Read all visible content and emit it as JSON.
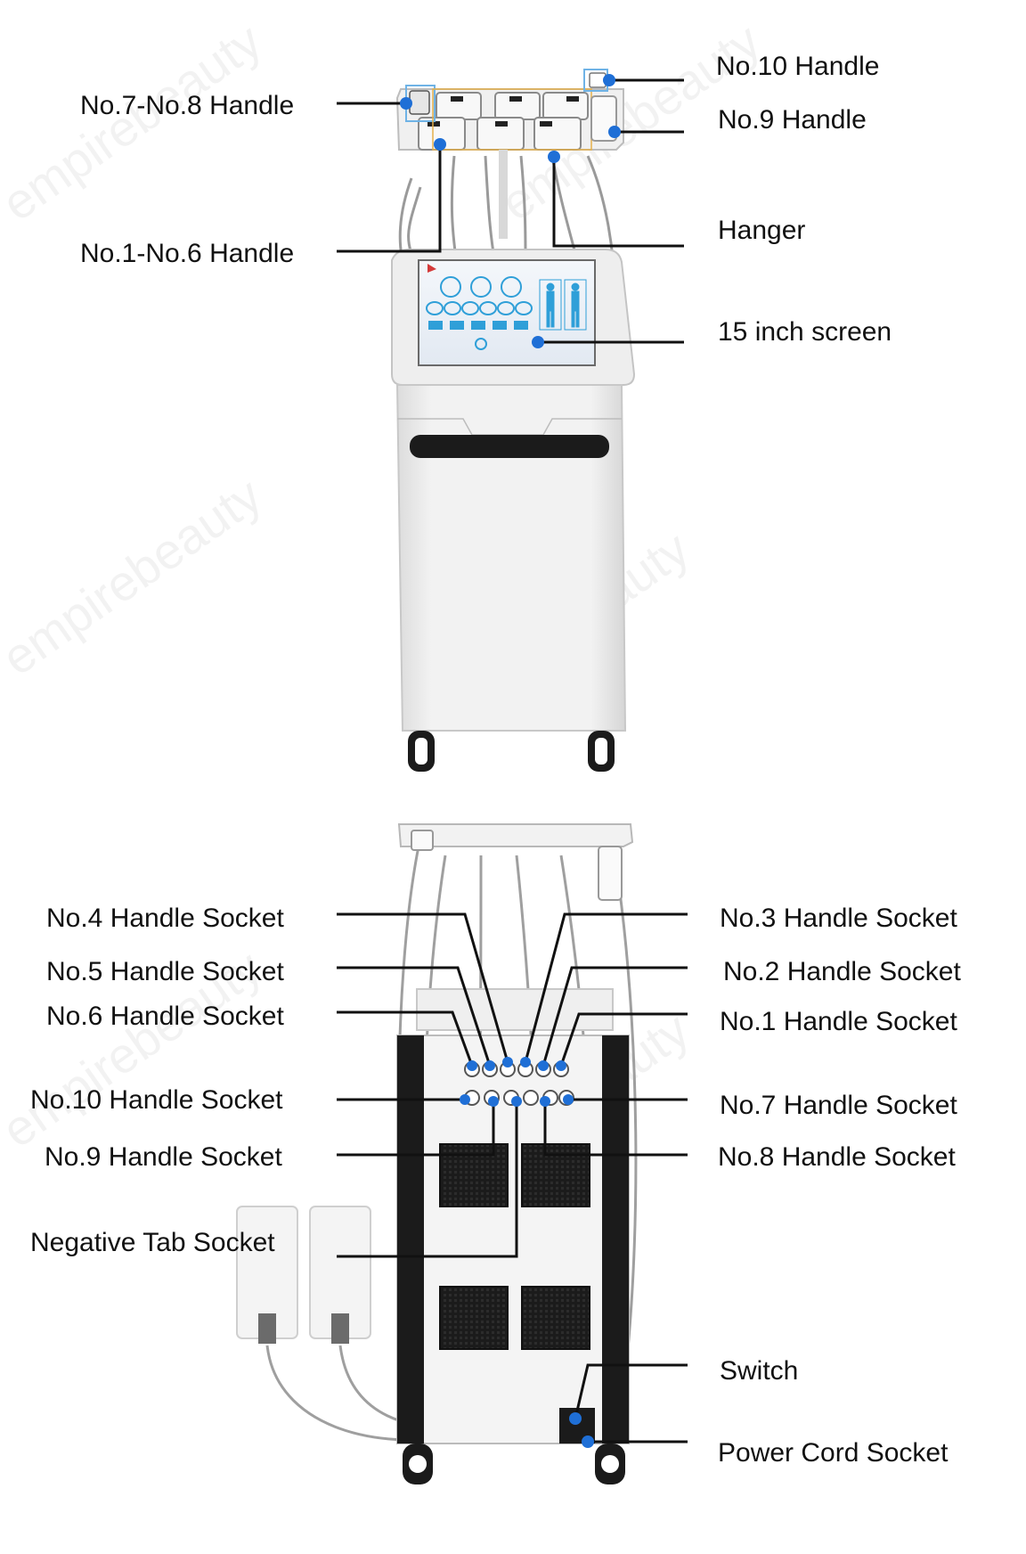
{
  "watermark": "empirebeauty",
  "colors": {
    "leader_line": "#111111",
    "callout_dot": "#1f6fd6",
    "machine_body": "#eeeeee",
    "machine_dark": "#1b1b1b",
    "screen_blue": "#2f9fd8"
  },
  "front_view": {
    "labels": {
      "handle_7_8": "No.7-No.8 Handle",
      "handle_10": "No.10 Handle",
      "handle_9": "No.9 Handle",
      "handle_1_6": "No.1-No.6 Handle",
      "hanger": "Hanger",
      "screen": "15 inch screen"
    }
  },
  "back_view": {
    "labels": {
      "socket_4": "No.4 Handle Socket",
      "socket_3": "No.3 Handle Socket",
      "socket_5": "No.5 Handle Socket",
      "socket_2": "No.2 Handle Socket",
      "socket_6": "No.6 Handle Socket",
      "socket_1": "No.1 Handle Socket",
      "socket_10": "No.10 Handle Socket",
      "socket_7": "No.7 Handle Socket",
      "socket_9": "No.9 Handle Socket",
      "socket_8": "No.8 Handle Socket",
      "negative_tab": "Negative Tab Socket",
      "switch": "Switch",
      "power_cord": "Power Cord Socket"
    }
  }
}
